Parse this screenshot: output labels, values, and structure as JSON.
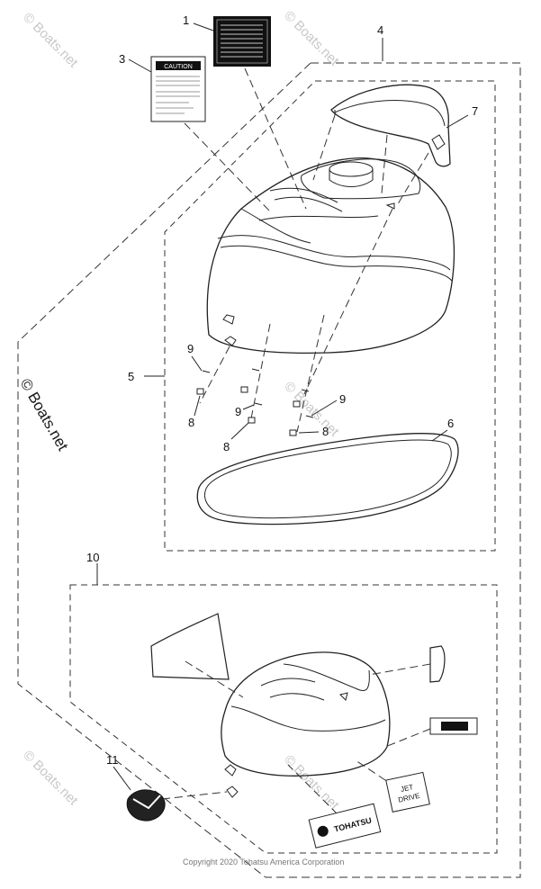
{
  "callouts": {
    "c1": "1",
    "c3": "3",
    "c4": "4",
    "c5": "5",
    "c6": "6",
    "c7": "7",
    "c8a": "8",
    "c8b": "8",
    "c8c": "8",
    "c9a": "9",
    "c9b": "9",
    "c9c": "9",
    "c10": "10",
    "c11": "11"
  },
  "labels": {
    "caution": "CAUTION",
    "tohatsu": "TOHATSU",
    "jet_line1": "JET",
    "jet_line2": "DRIVE"
  },
  "watermarks": {
    "large": "© Boats.net",
    "small": "© Boats.net"
  },
  "copyright": "Copyright 2020 Tohatsu America Corporation"
}
